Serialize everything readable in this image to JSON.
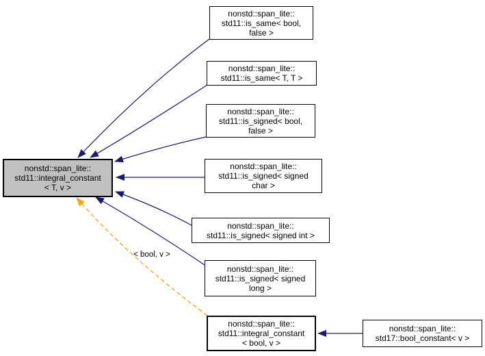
{
  "diagram": {
    "kind": "doxygen-inheritance-graph"
  },
  "colors": {
    "inheritance_edge": "#191970",
    "template_edge": "#ffa500",
    "highlight_fill": "#c0c0c0",
    "node_fill": "#ffffff",
    "node_border": "#000000"
  },
  "nodes": {
    "main": {
      "lines": [
        "nonstd::span_lite::",
        "std11::integral_constant",
        "< T, v >"
      ]
    },
    "is_same_bool_false": {
      "lines": [
        "nonstd::span_lite::",
        "std11::is_same< bool,",
        "false >"
      ]
    },
    "is_same_t_t": {
      "lines": [
        "nonstd::span_lite::",
        "std11::is_same< T, T >"
      ]
    },
    "is_signed_bool_false": {
      "lines": [
        "nonstd::span_lite::",
        "std11::is_signed< bool,",
        "false >"
      ]
    },
    "is_signed_signed_char": {
      "lines": [
        "nonstd::span_lite::",
        "std11::is_signed< signed",
        "char >"
      ]
    },
    "is_signed_signed_int": {
      "lines": [
        "nonstd::span_lite::",
        "std11::is_signed< signed int >"
      ]
    },
    "is_signed_signed_long": {
      "lines": [
        "nonstd::span_lite::",
        "std11::is_signed< signed",
        "long >"
      ]
    },
    "integral_constant_bool_v": {
      "lines": [
        "nonstd::span_lite::",
        "std11::integral_constant",
        "< bool, v >"
      ]
    },
    "bool_constant_v": {
      "lines": [
        "nonstd::span_lite::",
        "std17::bool_constant< v >"
      ]
    }
  },
  "edges": {
    "template_instance_label": "< bool, v >"
  }
}
